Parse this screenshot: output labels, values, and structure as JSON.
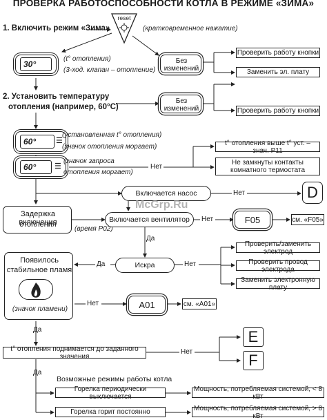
{
  "title": "ПРОВЕРКА РАБОТОСПОСОБНОСТИ КОТЛА В РЕЖИМЕ «ЗИМА»",
  "steps": {
    "s1": "1. Включить режим «Зима»",
    "s2a": "2. Установить температуру",
    "s2b": "отопления (например, 60°С)"
  },
  "reset": {
    "label": "reset",
    "note": "(кратковременное нажатие)"
  },
  "display1": {
    "lcd": "30°",
    "note1": "(t° отопления)",
    "note2": "(3-ход. клапан – отопление)"
  },
  "display2": {
    "lcd": "60°",
    "note1": "(установленная t° отопления)",
    "note2": "(значок отопления моргает)"
  },
  "display3": {
    "lcd": "60°",
    "note1": "(значок запроса",
    "note2": "отопления моргает)"
  },
  "no_change": {
    "line1": "Без",
    "line2": "изменений"
  },
  "checks": {
    "button1": "Проверить работу кнопки",
    "board": "Заменить эл. плату",
    "button2": "Проверить работу кнопки",
    "p11": "t° отопления выше t° уст. – знач. Р11",
    "thermostat1": "Не замкнуты контакты",
    "thermostat2": "комнатного термостата",
    "electrode_replace": "Проверить/заменить электрод",
    "electrode_wire": "Проверить провод электрода",
    "board2": "Заменить электронную плату"
  },
  "flow": {
    "pump": "Включается насос",
    "delay1": "Задержка включения",
    "delay2": "отопления",
    "delay_note": "(время Р02)",
    "fan": "Включается вентилятор",
    "spark": "Искра",
    "flame1": "Появилось",
    "flame2": "стабильное пламя",
    "flame_note": "(значок пламени)",
    "temp_reached": "t° отопления поднимается до заданного значения",
    "modes_title": "Возможные режимы работы котла",
    "mode1": "Горелка периодически выключается",
    "mode2": "Горелка горит постоянно",
    "power1": "Мощность, потребляемая системой, < 8 кВт",
    "power2": "Мощность, потребляемая системой, > 8 кВт"
  },
  "codes": {
    "d": "D",
    "f05": "F05",
    "see_f05": "см. «F05»",
    "a01": "A01",
    "see_a01": "см. «A01»",
    "e": "E",
    "f": "F"
  },
  "answers": {
    "yes": "Да",
    "no": "Нет"
  },
  "watermark": "McGrp.Ru"
}
